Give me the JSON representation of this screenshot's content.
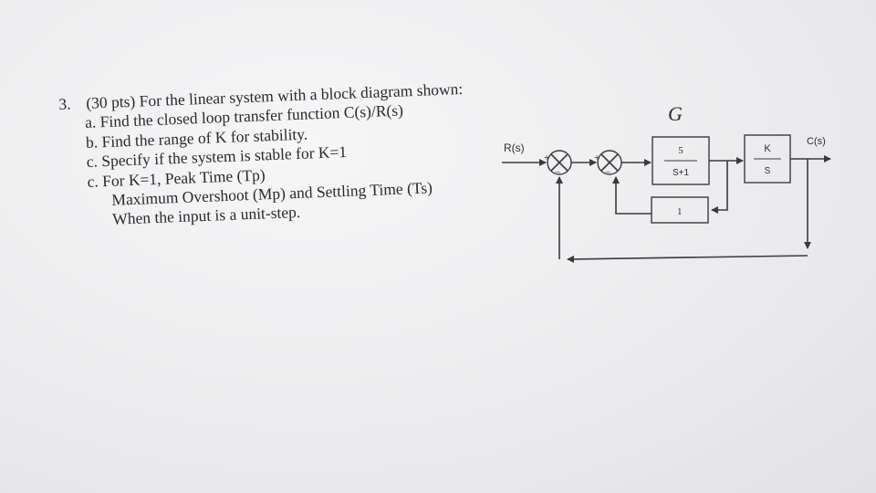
{
  "question": {
    "number": "3.",
    "header": "(30 pts) For the linear system with a block diagram shown:",
    "part_a": "a. Find the closed loop transfer function C(s)/R(s)",
    "part_b": "b. Find the range of K for stability.",
    "part_c": "c. Specify if the system is stable for K=1",
    "part_c2": "c. For K=1, Peak Time (Tp)",
    "line_mp_ts": "Maximum Overshoot (Mp) and Settling Time (Ts)",
    "line_input": "When the input is a unit-step."
  },
  "diagram": {
    "input_label": "R(s)",
    "output_label": "C(s)",
    "handwritten_mark": "G",
    "block1": {
      "numerator": "5",
      "denominator": "S+1"
    },
    "block2": {
      "numerator": "K",
      "denominator": "S"
    },
    "feedback_block": "1",
    "sum1_signs": {
      "top": "+",
      "bottom": "−"
    },
    "sum2_signs": {
      "top": "+",
      "bottom": "−"
    }
  },
  "colors": {
    "ink": "#2a2a2e",
    "paper": "#ececee"
  }
}
